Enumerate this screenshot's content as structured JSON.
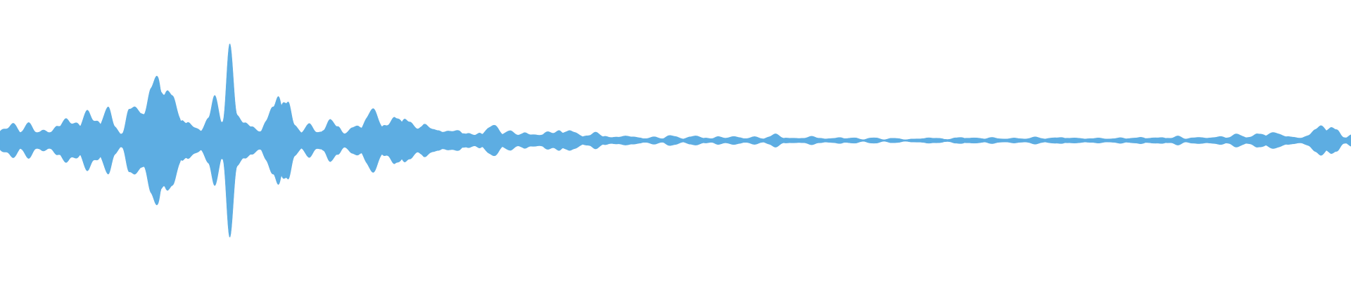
{
  "waveform": {
    "color": "#5DADE2",
    "background": "#FFFFFF",
    "peak_envelope": [
      0.12,
      0.09,
      0.14,
      0.1,
      0.16,
      0.09,
      0.13,
      0.1,
      0.17,
      0.22,
      0.14,
      0.18,
      0.24,
      0.15,
      0.21,
      0.26,
      0.12,
      0.08,
      0.3,
      0.38,
      0.34,
      0.58,
      0.72,
      0.46,
      0.36,
      0.26,
      0.14,
      0.1,
      0.12,
      0.18,
      0.4,
      0.22,
      1.0,
      0.32,
      0.22,
      0.14,
      0.1,
      0.18,
      0.26,
      0.46,
      0.3,
      0.12,
      0.1,
      0.14,
      0.08,
      0.12,
      0.24,
      0.18,
      0.08,
      0.12,
      0.15,
      0.2,
      0.24,
      0.18,
      0.12,
      0.18,
      0.24,
      0.16,
      0.12,
      0.2,
      0.15,
      0.12,
      0.1,
      0.08,
      0.1,
      0.06,
      0.04,
      0.08,
      0.1,
      0.12,
      0.08,
      0.09,
      0.06,
      0.1,
      0.07,
      0.06,
      0.09,
      0.06,
      0.1,
      0.08,
      0.06,
      0.05,
      0.04,
      0.07,
      0.05,
      0.03,
      0.04,
      0.06,
      0.04,
      0.03,
      0.02,
      0.03,
      0.02,
      0.04,
      0.03,
      0.02,
      0.03,
      0.04,
      0.03,
      0.02,
      0.05,
      0.03,
      0.04,
      0.03,
      0.02,
      0.03,
      0.02,
      0.03,
      0.05,
      0.03,
      0.02,
      0.02,
      0.03,
      0.05,
      0.03,
      0.02,
      0.02,
      0.03,
      0.02,
      0.02,
      0.01,
      0.02,
      0.02,
      0.01,
      0.02,
      0.02,
      0.01,
      0.02,
      0.02,
      0.03,
      0.02,
      0.02,
      0.01,
      0.02,
      0.03,
      0.02,
      0.02,
      0.02,
      0.03,
      0.02,
      0.02,
      0.03,
      0.02,
      0.02,
      0.03,
      0.02,
      0.02,
      0.02,
      0.03,
      0.02,
      0.02,
      0.02,
      0.02,
      0.03,
      0.02,
      0.02,
      0.03,
      0.02,
      0.02,
      0.03,
      0.02,
      0.02,
      0.03,
      0.02,
      0.04,
      0.02,
      0.03,
      0.04,
      0.03,
      0.03,
      0.04,
      0.03,
      0.05,
      0.04,
      0.03,
      0.05,
      0.06,
      0.07,
      0.06,
      0.05,
      0.04,
      0.03,
      0.06,
      0.1,
      0.14,
      0.12,
      0.08,
      0.03,
      0.05
    ]
  }
}
